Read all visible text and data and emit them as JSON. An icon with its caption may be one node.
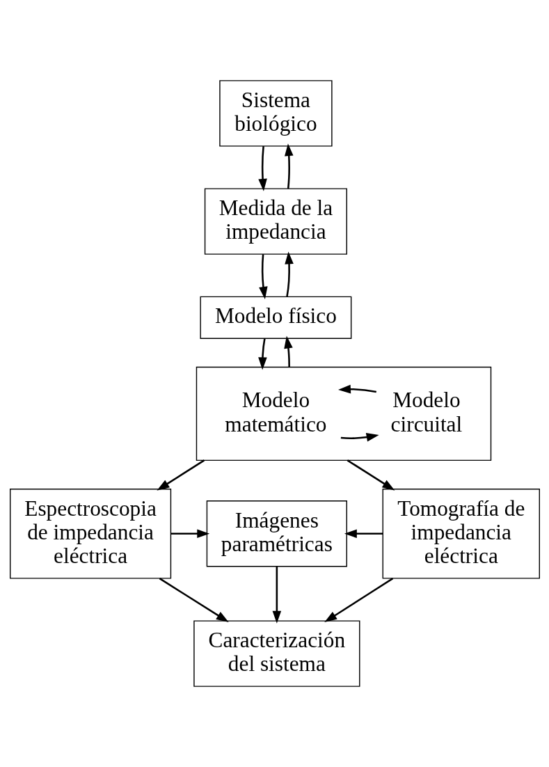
{
  "diagram": {
    "nodes": [
      {
        "text": [
          "Sistema biológico"
        ]
      },
      {
        "text": [
          "Medida de la impedancia"
        ]
      },
      {
        "text": [
          "Modelo físico"
        ]
      },
      {
        "text": [],
        "shape": "box"
      },
      {
        "text": [
          "Modelo matemático"
        ],
        "in": 3
      },
      {
        "text": [
          "Modelo circuital"
        ],
        "in": 3
      },
      {
        "text": [
          "Espectroscopia de impedancia eléctrica"
        ]
      },
      {
        "text": [
          "Imágenes paramétricas"
        ]
      },
      {
        "text": [
          "Tomografía de impedancia eléctrica"
        ]
      },
      {
        "text": [
          "Caracterización del sistema"
        ]
      }
    ],
    "edges": [
      {
        "from": 0,
        "to": 1,
        "arrow": "to"
      },
      {
        "from": 1,
        "to": 0,
        "arrow": "to"
      },
      {
        "from": 1,
        "to": 2,
        "arrow": "to"
      },
      {
        "from": 2,
        "to": 1,
        "arrow": "to"
      },
      {
        "from": 2,
        "to": 3,
        "arrow": "to"
      },
      {
        "from": 3,
        "to": 2,
        "arrow": "to"
      },
      {
        "from": 4,
        "to": 5,
        "arrow": "to"
      },
      {
        "from": 5,
        "to": 4,
        "arrow": "to"
      },
      {
        "from": 3,
        "to": 6,
        "arrow": "to"
      },
      {
        "from": 3,
        "to": 8,
        "arrow": "to"
      },
      {
        "from": 6,
        "to": 7,
        "arrow": "to"
      },
      {
        "from": 8,
        "to": 7,
        "arrow": "to"
      },
      {
        "from": 6,
        "to": 9,
        "arrow": "to"
      },
      {
        "from": 7,
        "to": 9,
        "arrow": "to"
      },
      {
        "from": 8,
        "to": 9,
        "arrow": "to"
      }
    ]
  }
}
